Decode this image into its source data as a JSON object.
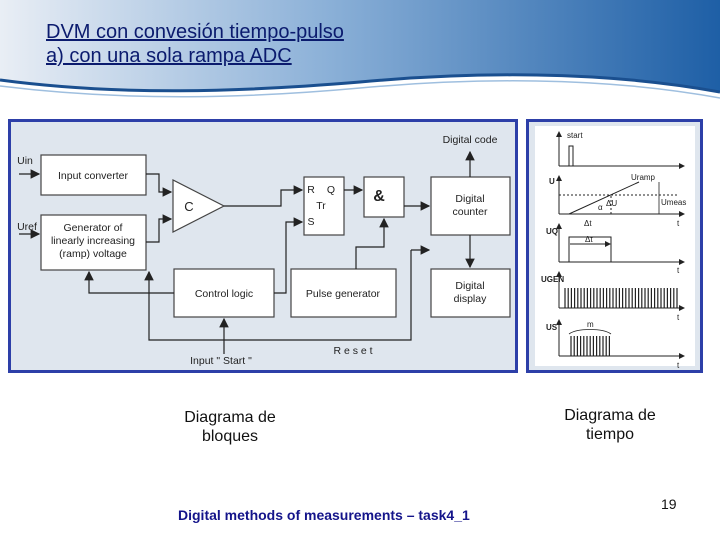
{
  "slide": {
    "title_line1": "DVM con convesión tiempo-pulso",
    "title_line2": "a) con una sola rampa ADC",
    "caption_left_1": "Diagrama de",
    "caption_left_2": "bloques",
    "caption_right_1": "Diagrama de",
    "caption_right_2": "tiempo",
    "footer": "Digital methods of measurements – task4_1",
    "page_number": "19",
    "colors": {
      "header_blue": "#1e5fa6",
      "title": "#0b1b6e",
      "panel_border": "#2d3fa8",
      "panel_bg": "#dfe6ee"
    }
  },
  "block_diagram": {
    "uin": "Uin",
    "uref": "Uref",
    "input_converter": "Input converter",
    "generator_1": "Generator of",
    "generator_2": "linearly increasing",
    "generator_3": "(ramp) voltage",
    "comparator": "C",
    "ff_r": "R",
    "ff_q": "Q",
    "ff_tr": "Tr",
    "ff_s": "S",
    "and_gate": "&",
    "digital_code": "Digital code",
    "counter_1": "Digital",
    "counter_2": "counter",
    "control_logic": "Control logic",
    "pulse_generator": "Pulse generator",
    "display_1": "Digital",
    "display_2": "display",
    "reset": "R e s e t",
    "input_start": "Input \" Start \""
  },
  "timing_diagram": {
    "start": "start",
    "u": "U",
    "uramp": "Uramp",
    "umeas": "Umeas",
    "alpha": "α",
    "delta_u": "ΔU",
    "delta_t1": "Δt",
    "t1": "t",
    "uq": "UQ",
    "delta_t2": "Δt",
    "t2": "t",
    "ugen": "UGEN",
    "t3": "t",
    "us": "US",
    "m": "m",
    "t4": "t"
  }
}
